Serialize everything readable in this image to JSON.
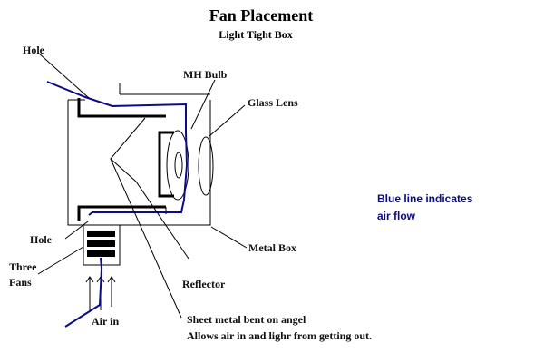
{
  "title": "Fan Placement",
  "subtitle": "Light Tight Box",
  "labels": {
    "hole_top": "Hole",
    "mh_bulb": "MH Bulb",
    "glass_lens": "Glass Lens",
    "hole_bottom": "Hole",
    "three_fans_1": "Three",
    "three_fans_2": "Fans",
    "metal_box": "Metal Box",
    "reflector": "Reflector",
    "air_in": "Air in",
    "sheet_metal_1": "Sheet metal bent on angel",
    "sheet_metal_2": "Allows air in and lighr from getting out."
  },
  "legend": {
    "line1": "Blue line indicates",
    "line2": "air flow"
  },
  "colors": {
    "airflow": "#0b0b86",
    "outline": "#000000",
    "background": "#ffffff"
  }
}
